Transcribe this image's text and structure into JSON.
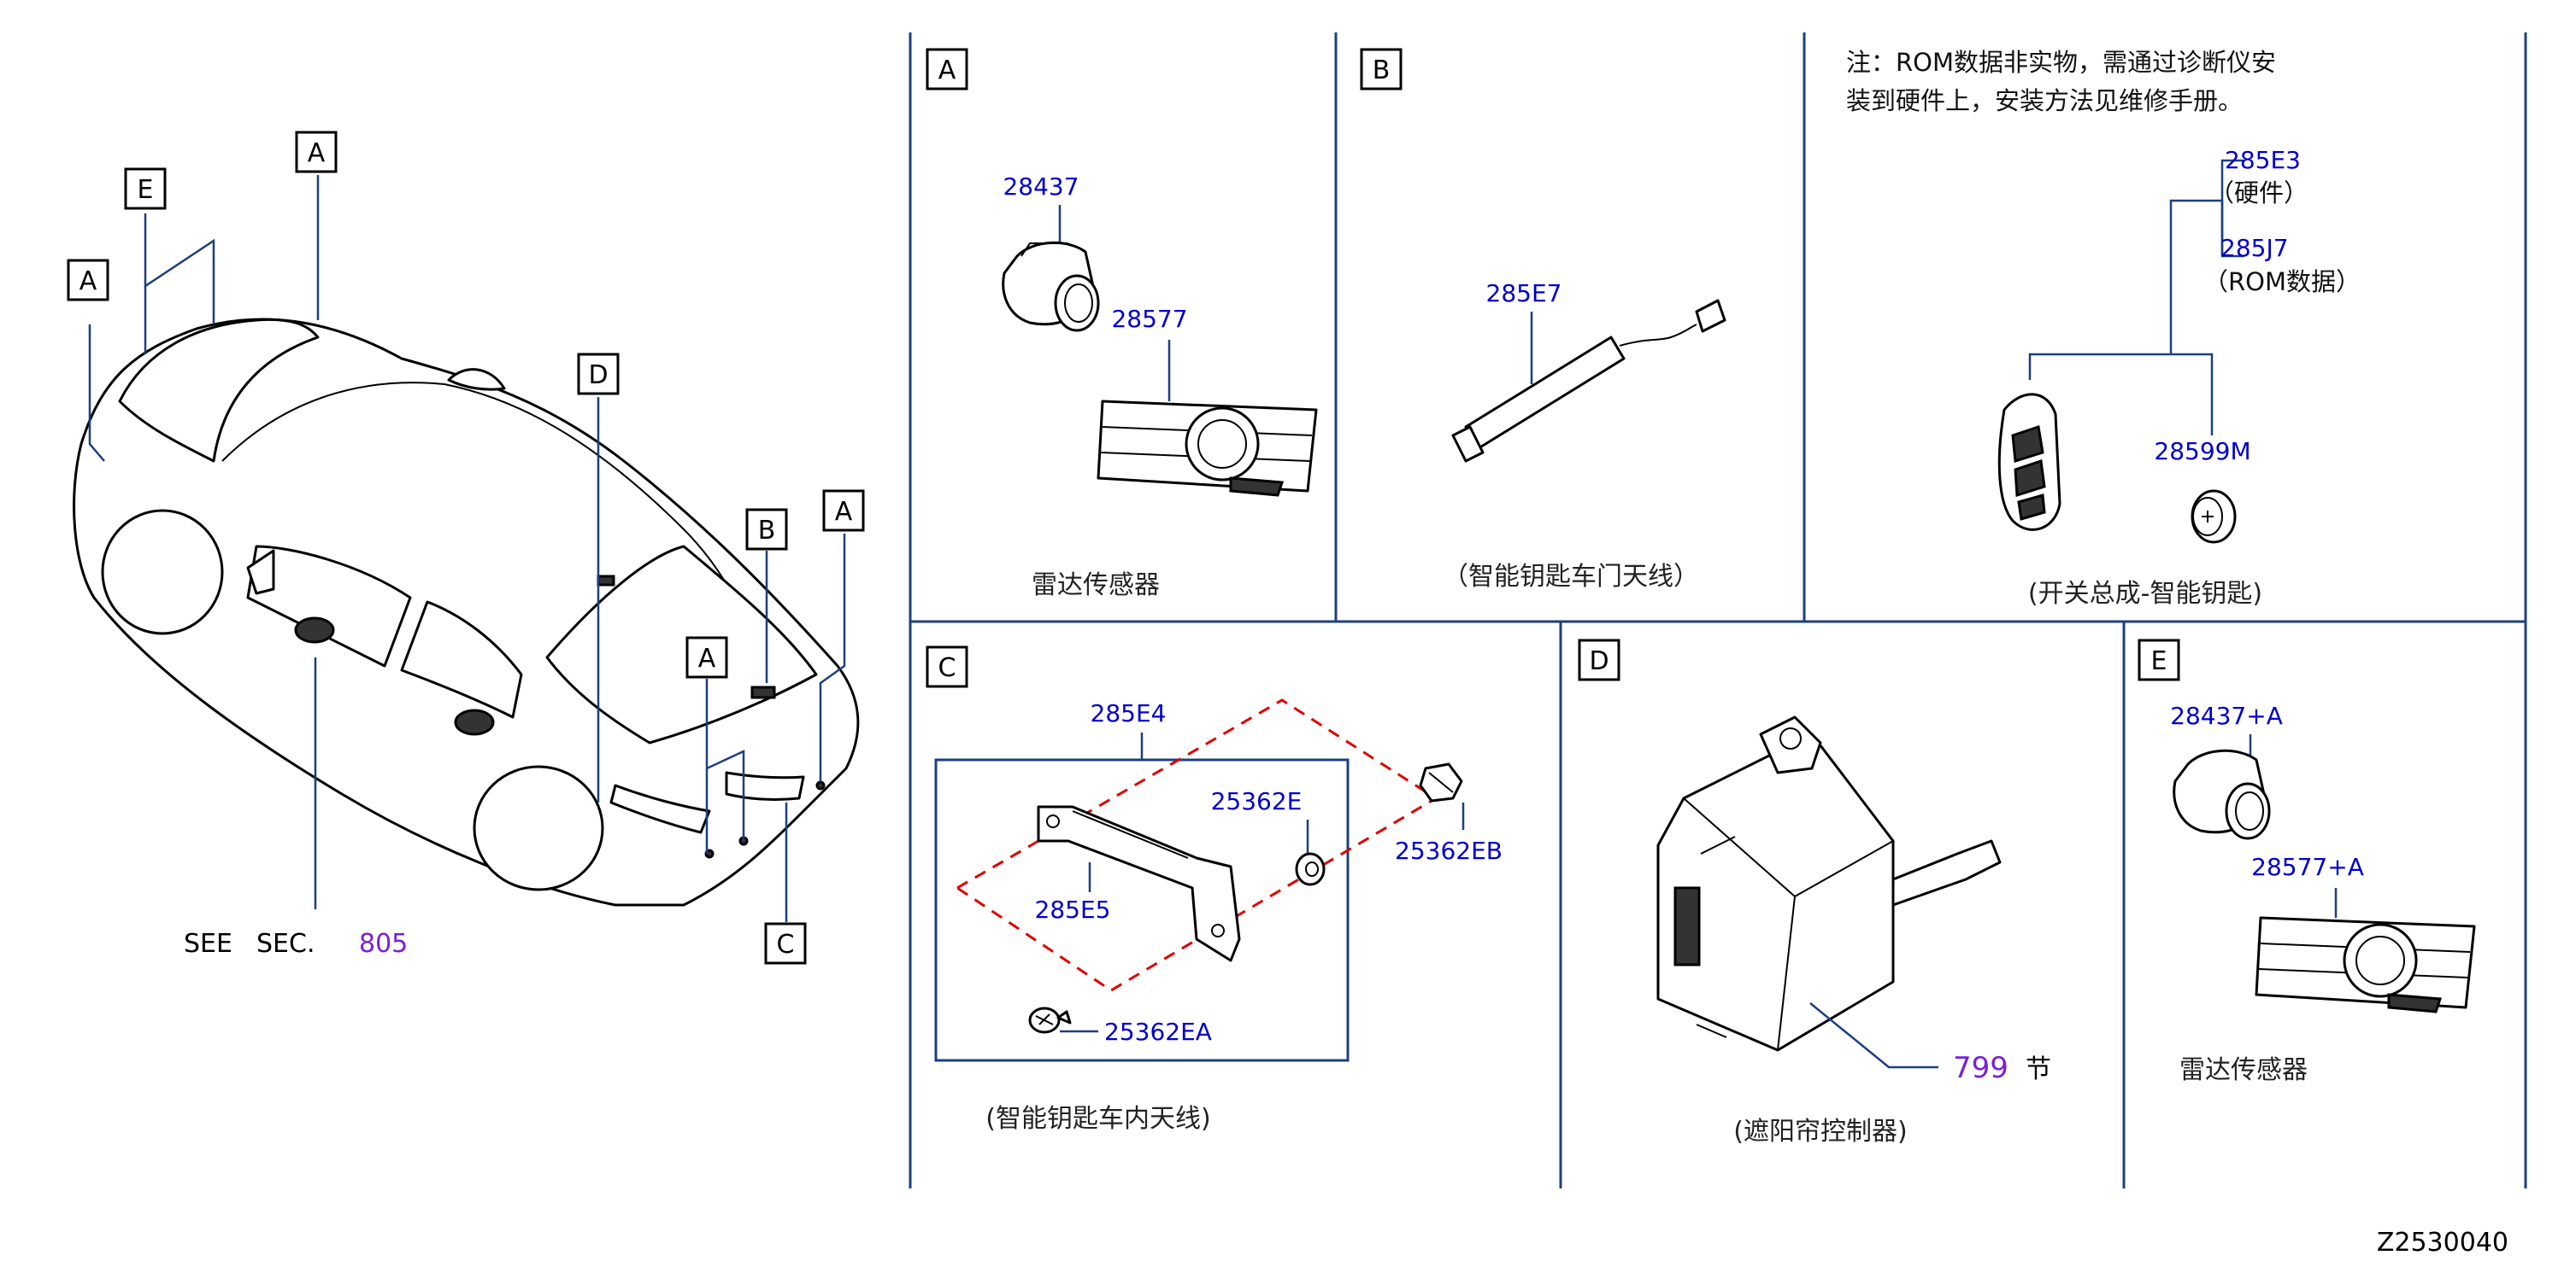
{
  "vehicle": {
    "callouts": [
      "A",
      "E",
      "A",
      "D",
      "B",
      "A",
      "A",
      "C"
    ],
    "see_prefix": "SEE",
    "see_sec": "SEC.",
    "see_ref": "805"
  },
  "panel_a": {
    "letter": "A",
    "parts": [
      "28437",
      "28577"
    ],
    "caption": "雷达传感器"
  },
  "panel_b": {
    "letter": "B",
    "parts": [
      "285E7"
    ],
    "caption": "（智能钥匙车门天线）"
  },
  "panel_key": {
    "note_line1": "注：ROM数据非实物，需通过诊断仪安",
    "note_line2": "装到硬件上，安装方法见维修手册。",
    "hardware_part": "285E3",
    "hardware_label": "（硬件）",
    "rom_part": "285J7",
    "rom_label": "（ROM数据）",
    "battery_part": "28599M",
    "caption": "(开关总成-智能钥匙)"
  },
  "panel_c": {
    "letter": "C",
    "parts": [
      "285E4",
      "25362E",
      "25362EB",
      "285E5",
      "25362EA"
    ],
    "caption": "(智能钥匙车内天线)"
  },
  "panel_d": {
    "letter": "D",
    "ref_number": "799",
    "ref_suffix": "节",
    "caption": "(遮阳帘控制器)"
  },
  "panel_e": {
    "letter": "E",
    "parts": [
      "28437+A",
      "28577+A"
    ],
    "caption": "雷达传感器"
  },
  "diagram_id": "Z2530040",
  "colors": {
    "part_number": "#0000cc",
    "frame": "#1d3f7e",
    "dashed_boundary": "#e00000",
    "section_ref": "#7a1fd6"
  }
}
